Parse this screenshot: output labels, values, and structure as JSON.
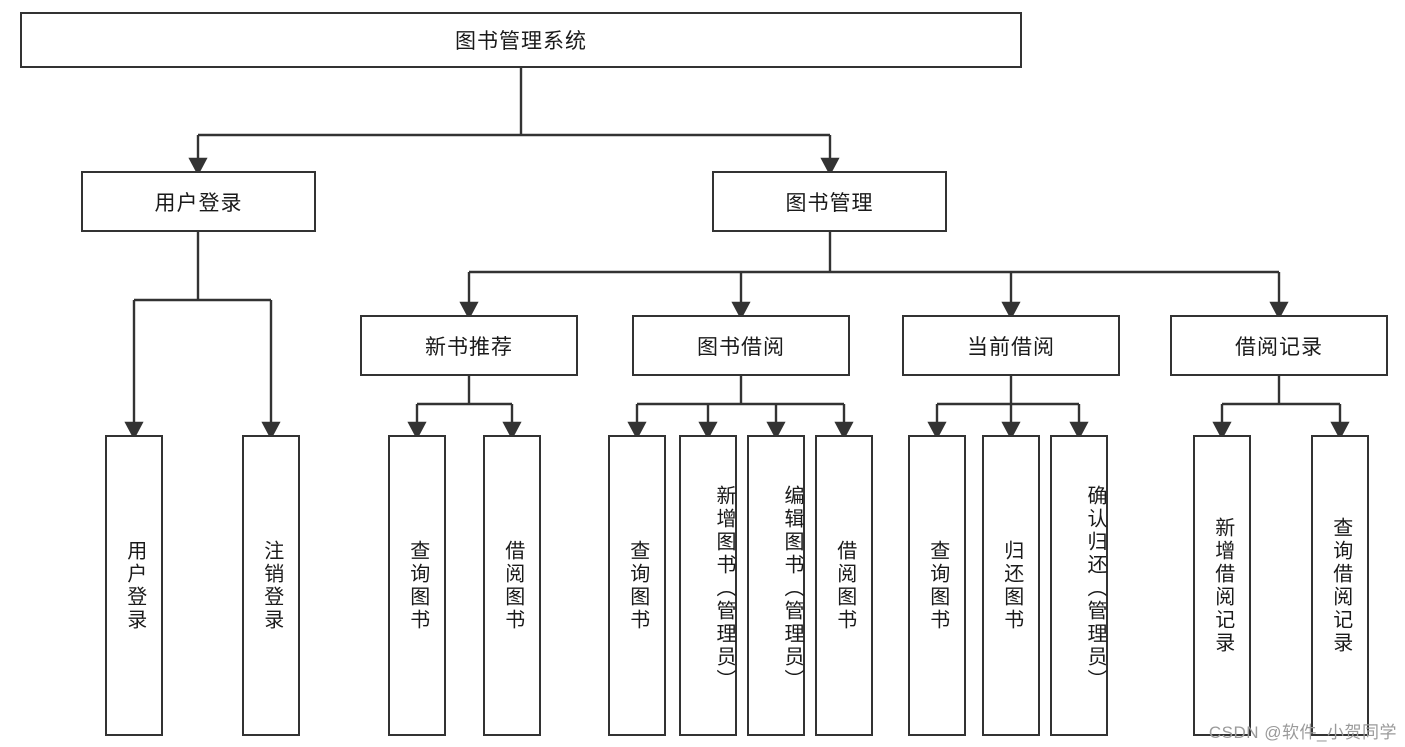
{
  "diagram": {
    "title": "图书管理系统",
    "type": "function-structure-tree",
    "levels": 4,
    "colors": {
      "box_border": "#333333",
      "box_fill": "#ffffff",
      "edge": "#333333",
      "text": "#1a1a1a",
      "watermark": "#9a9a9a",
      "background": "#ffffff"
    },
    "root": {
      "label": "图书管理系统"
    },
    "level2": [
      {
        "label": "用户登录"
      },
      {
        "label": "图书管理"
      }
    ],
    "level3": [
      {
        "label": "新书推荐"
      },
      {
        "label": "图书借阅"
      },
      {
        "label": "当前借阅"
      },
      {
        "label": "借阅记录"
      }
    ],
    "leaves": [
      {
        "label": "用户登录",
        "parent": "用户登录"
      },
      {
        "label": "注销登录",
        "parent": "用户登录"
      },
      {
        "label": "查询图书",
        "parent": "新书推荐"
      },
      {
        "label": "借阅图书",
        "parent": "新书推荐"
      },
      {
        "label": "查询图书",
        "parent": "图书借阅"
      },
      {
        "label": "新增图书（管理员）",
        "parent": "图书借阅"
      },
      {
        "label": "编辑图书（管理员）",
        "parent": "图书借阅"
      },
      {
        "label": "借阅图书",
        "parent": "图书借阅"
      },
      {
        "label": "查询图书",
        "parent": "当前借阅"
      },
      {
        "label": "归还图书",
        "parent": "当前借阅"
      },
      {
        "label": "确认归还（管理员）",
        "parent": "当前借阅"
      },
      {
        "label": "新增借阅记录",
        "parent": "借阅记录"
      },
      {
        "label": "查询借阅记录",
        "parent": "借阅记录"
      }
    ]
  },
  "watermark": {
    "text": "CSDN @软件_小贺同学"
  }
}
